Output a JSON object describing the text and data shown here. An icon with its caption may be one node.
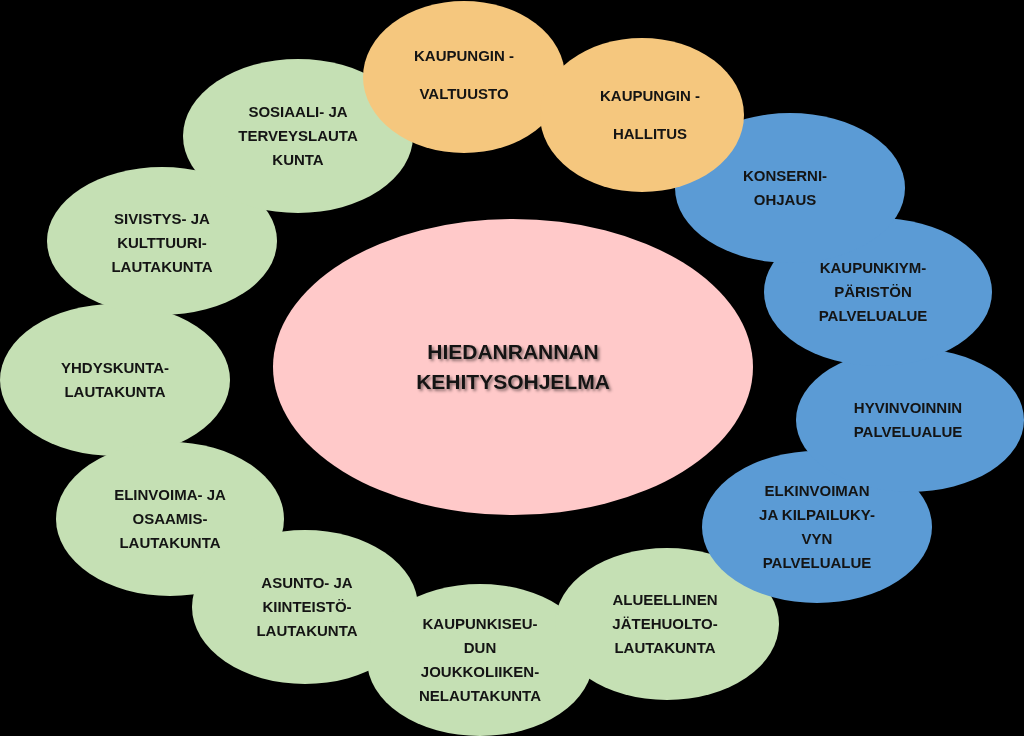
{
  "diagram": {
    "nodes": [
      {
        "text": [
          "HIEDANRANNAN KEHITYSOHJELMA"
        ]
      },
      {
        "text": [
          "KAUPUNGIN - VALTUUSTO"
        ]
      },
      {
        "text": [
          "KAUPUNGIN - HALLITUS"
        ]
      },
      {
        "text": [
          "KONSERNI- OHJAUS"
        ]
      },
      {
        "text": [
          "KAUPUNKIYM- PÄRISTÖN PALVELUALUE"
        ]
      },
      {
        "text": [
          "HYVINVOINNIN PALVELUALUE"
        ]
      },
      {
        "text": [
          "ELKINVOIMAN JA KILPAILUKY- VYN PALVELUALUE"
        ]
      },
      {
        "text": [
          "ALUEELLINEN JÄTEHUOLTO- LAUTAKUNTA"
        ]
      },
      {
        "text": [
          "KAUPUNKISEU- DUN JOUKKOLIIKEN- NELAUTAKUNTA"
        ]
      },
      {
        "text": [
          "ASUNTO- JA KIINTEISTÖ- LAUTAKUNTA"
        ]
      },
      {
        "text": [
          "ELINVOIMA- JA OSAAMIS- LAUTAKUNTA"
        ]
      },
      {
        "text": [
          "YHDYSKUNTA- LAUTAKUNTA"
        ]
      },
      {
        "text": [
          "SIVISTYS- JA KULTTUURI- LAUTAKUNTA"
        ]
      },
      {
        "text": [
          "SOSIAALI- JA TERVEYSLAUTA KUNTA"
        ]
      }
    ]
  }
}
